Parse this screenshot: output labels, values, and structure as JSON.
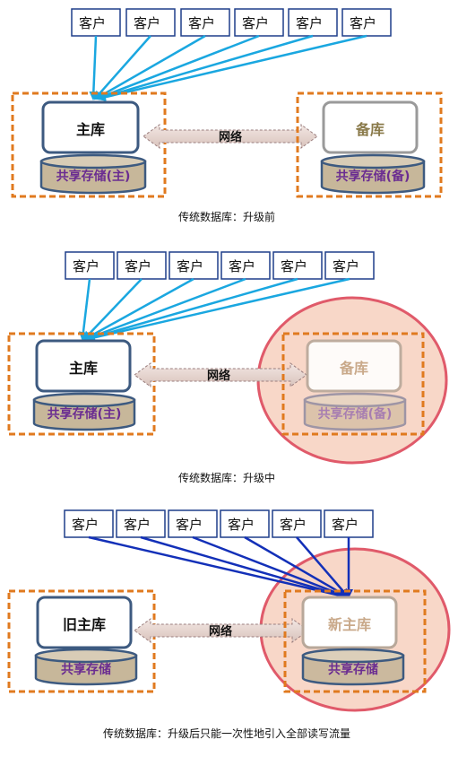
{
  "colors": {
    "client_border": "#1f3e8a",
    "arrow_light": "#1aa7e0",
    "arrow_dark": "#1330b8",
    "dashed_orange": "#e07a1f",
    "db_border_primary": "#3d5a80",
    "db_border_standby": "#9a9a9a",
    "cylinder_fill": "#c7b79a",
    "cylinder_text": "#6a2c91",
    "network_fill": "#e6d6d0",
    "highlight_circle_fill": "#f8d7c8",
    "highlight_circle_stroke": "#e05a6a"
  },
  "panels": [
    {
      "clients": [
        "客户",
        "客户",
        "客户",
        "客户",
        "客户",
        "客户"
      ],
      "left_db": {
        "title": "主库",
        "storage": "共享存储(主)"
      },
      "network": "网络",
      "right_db": {
        "title": "备库",
        "storage": "共享存储(备)"
      },
      "caption": "传统数据库：升级前"
    },
    {
      "clients": [
        "客户",
        "客户",
        "客户",
        "客户",
        "客户",
        "客户"
      ],
      "left_db": {
        "title": "主库",
        "storage": "共享存储(主)"
      },
      "network": "网络",
      "right_db": {
        "title": "备库",
        "storage": "共享存储(备)"
      },
      "caption": "传统数据库：升级中"
    },
    {
      "clients": [
        "客户",
        "客户",
        "客户",
        "客户",
        "客户",
        "客户"
      ],
      "left_db": {
        "title": "旧主库",
        "storage": "共享存储"
      },
      "network": "网络",
      "right_db": {
        "title": "新主库",
        "storage": "共享存储"
      },
      "caption": "传统数据库：升级后只能一次性地引入全部读写流量"
    }
  ]
}
